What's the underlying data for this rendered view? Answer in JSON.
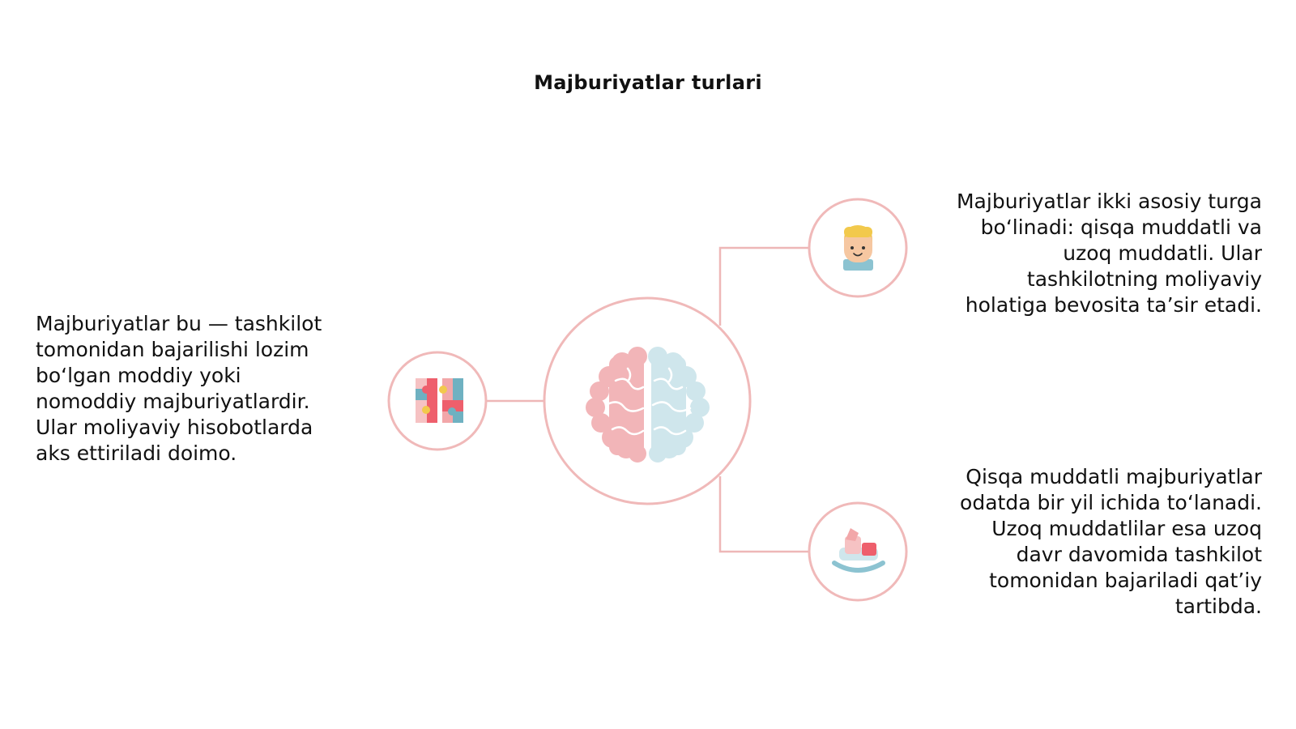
{
  "title": "Majburiyatlar turlari",
  "texts": {
    "left": [
      "Majburiyatlar bu — tashkilot",
      "tomonidan bajarilishi lozim",
      "bo‘lgan moddiy yoki",
      "nomoddiy majburiyatlardir.",
      "Ular moliyaviy hisobotlarda",
      "aks ettiriladi doimo."
    ],
    "right_top": [
      "Majburiyatlar ikki asosiy turga",
      "bo‘linadi: qisqa muddatli va",
      "uzoq muddatli. Ular",
      "tashkilotning moliyaviy",
      "holatiga bevosita ta’sir etadi."
    ],
    "right_bottom": [
      "Qisqa muddatli majburiyatlar",
      "odatda bir yil ichida to‘lanadi.",
      "Uzoq muddatlilar esa uzoq",
      "davr davomida tashkilot",
      "tomonidan bajariladi qat’iy",
      "tartibda."
    ]
  },
  "icons": {
    "center": "brain-icon",
    "left": "puzzle-blocks-icon",
    "top_right": "child-face-icon",
    "bottom_right": "rocking-horse-icon"
  },
  "colors": {
    "ring": "#f0b9b9",
    "connector": "#eeb7b7",
    "brain_left": "#f2b5b8",
    "brain_right": "#cfe6ec",
    "accent_red": "#ee5f6c",
    "accent_blue": "#6fb1c1",
    "skin": "#f6c7a1",
    "hair": "#f2c94c"
  }
}
